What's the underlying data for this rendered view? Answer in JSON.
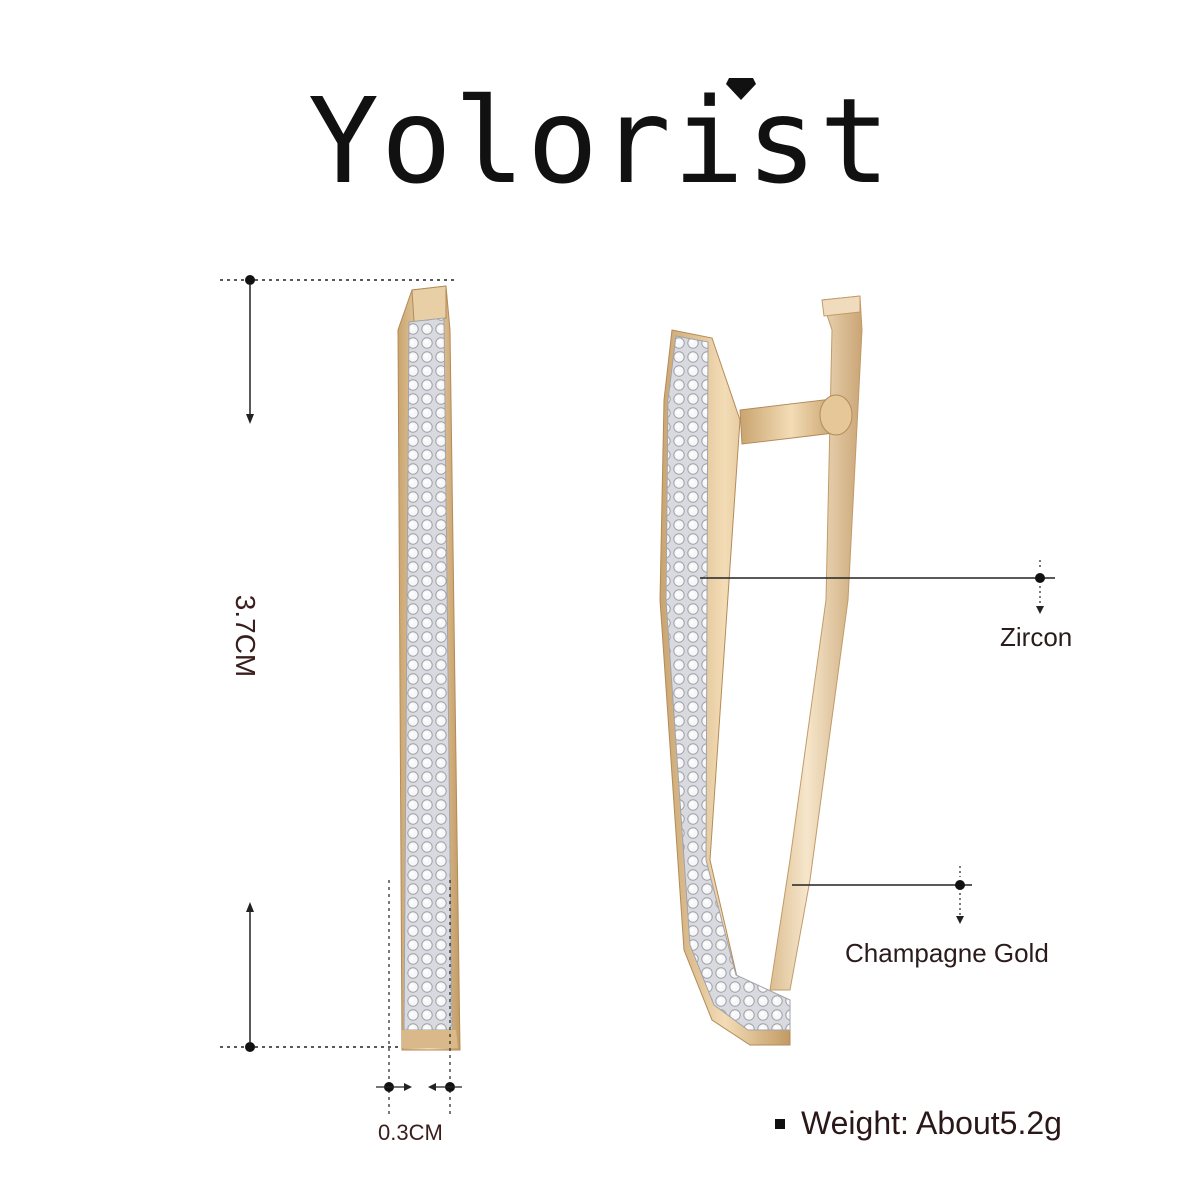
{
  "brand": {
    "name": "Yolorist",
    "logo_icon": "diamond-icon"
  },
  "dimensions": {
    "length": "3.7CM",
    "width": "0.3CM"
  },
  "callouts": {
    "stone": "Zircon",
    "metal": "Champagne Gold"
  },
  "specs": {
    "weight": "Weight: About5.2g"
  },
  "colors": {
    "gold": "#e2c59a",
    "gold_dark": "#b8915f",
    "zircon": "#e8e8ea",
    "text": "#3a1e1e"
  }
}
